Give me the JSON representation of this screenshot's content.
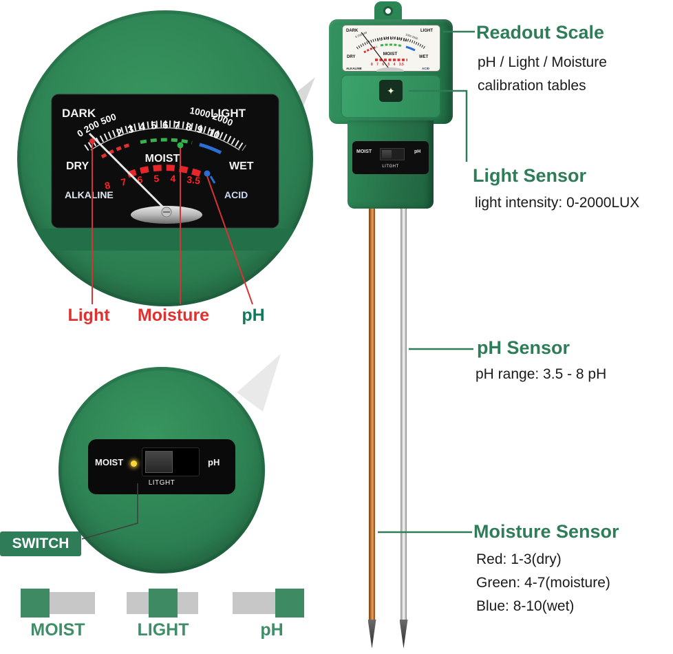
{
  "colors": {
    "heading_green": "#2e7d58",
    "label_red": "#e03131",
    "label_teal": "#127a5c",
    "switch_green": "#2e7d58",
    "icon_green": "#3f8e68",
    "icon_green_dark": "#3d8a63",
    "icon_gray": "#c7c7c7",
    "scale_red": "#e8262a",
    "scale_green": "#37b24d",
    "scale_blue": "#2b6fd4",
    "text_dark": "#1a1a1a"
  },
  "meter_face": {
    "dark": "DARK",
    "light": "LIGHT",
    "lux_left": "0 200 500",
    "lux_right": "1000 2000",
    "moist_numbers": "2 3 4 5 6 7 8 9 10",
    "dry": "DRY",
    "moist": "MOIST",
    "wet": "WET",
    "ph_numbers": "8 7 6 5 4 3.5",
    "alkaline": "ALKALINE",
    "acid": "ACID"
  },
  "scale_callouts": {
    "light": "Light",
    "moisture": "Moisture",
    "ph": "pH"
  },
  "annotations": {
    "readout": {
      "title": "Readout Scale",
      "line1": "pH / Light / Moisture",
      "line2": "calibration tables"
    },
    "light": {
      "title": "Light Sensor",
      "desc": "light intensity: 0-2000LUX"
    },
    "ph": {
      "title": "pH Sensor",
      "desc": "pH range: 3.5 - 8 pH"
    },
    "moisture": {
      "title": "Moisture Sensor",
      "line1": "Red: 1-3(dry)",
      "line2": "Green: 4-7(moisture)",
      "line3": "Blue: 8-10(wet)"
    }
  },
  "switch_panel": {
    "moist": "MOIST",
    "ph": "pH",
    "light_mode": "LITGHT"
  },
  "switch_label": "SWITCH",
  "mode_icons": [
    {
      "label": "MOIST",
      "position": "left"
    },
    {
      "label": "LIGHT",
      "position": "center"
    },
    {
      "label": "pH",
      "position": "right"
    }
  ],
  "sparkle_icon": "✦"
}
